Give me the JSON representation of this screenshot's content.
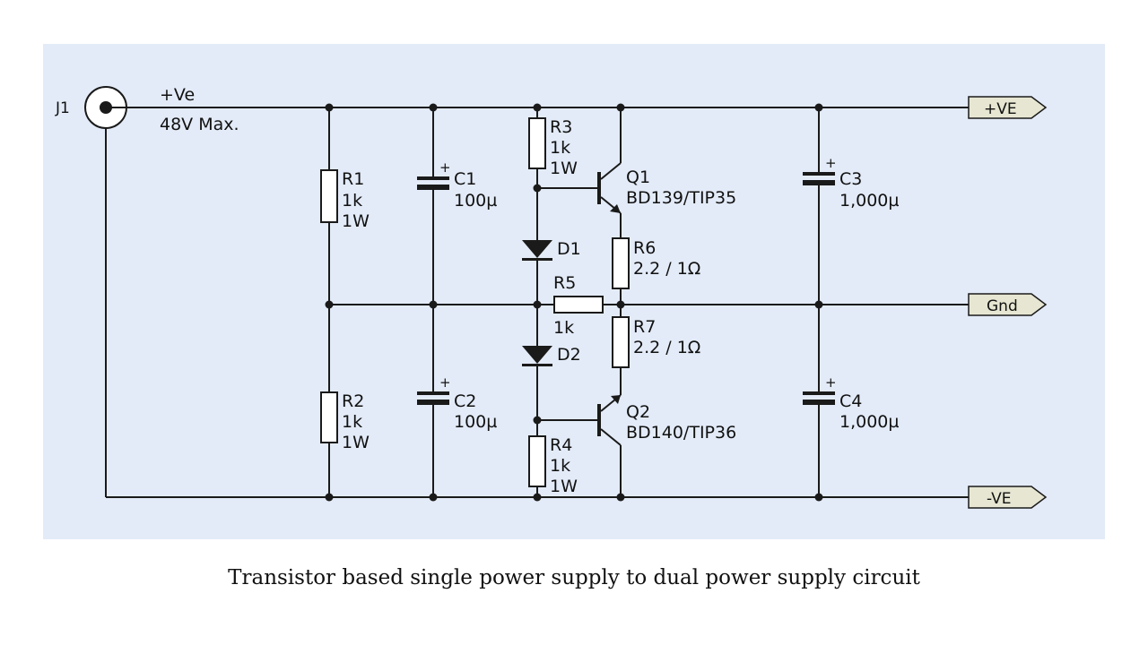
{
  "diagram": {
    "background_color": "#e3ebf8",
    "input": {
      "ref": "J1",
      "label_1": "+Ve",
      "label_2": "48V Max."
    },
    "outputs": {
      "pos": "+VE",
      "gnd": "Gnd",
      "neg": "-VE"
    },
    "resistors": {
      "r1": {
        "ref": "R1",
        "value": "1k",
        "rating": "1W"
      },
      "r2": {
        "ref": "R2",
        "value": "1k",
        "rating": "1W"
      },
      "r3": {
        "ref": "R3",
        "value": "1k",
        "rating": "1W"
      },
      "r4": {
        "ref": "R4",
        "value": "1k",
        "rating": "1W"
      },
      "r5": {
        "ref": "R5",
        "value": "1k"
      },
      "r6": {
        "ref": "R6",
        "value": "2.2 / 1Ω"
      },
      "r7": {
        "ref": "R7",
        "value": "2.2 / 1Ω"
      }
    },
    "capacitors": {
      "c1": {
        "ref": "C1",
        "value": "100µ"
      },
      "c2": {
        "ref": "C2",
        "value": "100µ"
      },
      "c3": {
        "ref": "C3",
        "value": "1,000µ"
      },
      "c4": {
        "ref": "C4",
        "value": "1,000µ"
      },
      "polarity_mark": "+"
    },
    "diodes": {
      "d1": {
        "ref": "D1"
      },
      "d2": {
        "ref": "D2"
      }
    },
    "transistors": {
      "q1": {
        "ref": "Q1",
        "part": "BD139/TIP35"
      },
      "q2": {
        "ref": "Q2",
        "part": "BD140/TIP36"
      }
    }
  },
  "caption": "Transistor based single power supply to dual power supply circuit"
}
